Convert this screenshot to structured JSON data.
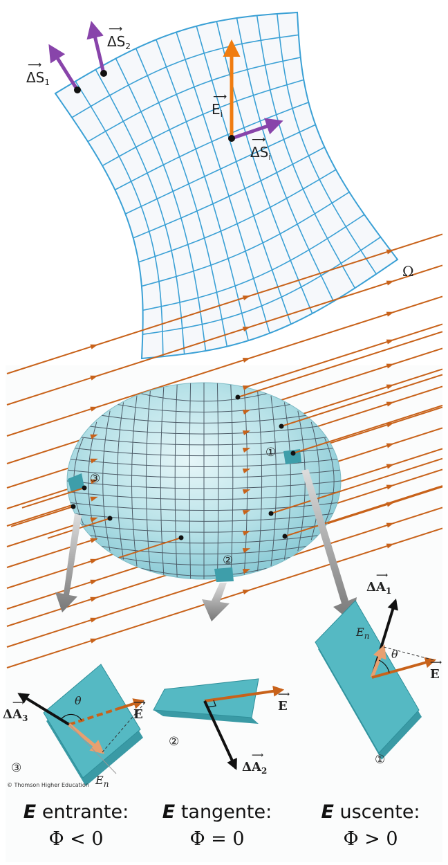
{
  "figure1": {
    "labels": {
      "dS1": {
        "main": "ΔS",
        "sub": "1"
      },
      "dS2": {
        "main": "ΔS",
        "sub": "2"
      },
      "Ei": {
        "main": "E",
        "sub": "i"
      },
      "dSi": {
        "main": "ΔS",
        "sub": "i"
      },
      "omega": "Ω"
    },
    "colors": {
      "grid": "#3aa0d5",
      "field": "#f07c10",
      "normal": "#8844aa"
    }
  },
  "figure2": {
    "markers": [
      "①",
      "②",
      "③"
    ],
    "copyright": "© Thomson Higher Education",
    "colors": {
      "sphere": "#a7d9e1",
      "field": "#c8621a",
      "panel": "#4cb5bf",
      "arrow": "#888888"
    },
    "panels": [
      {
        "marker": "③",
        "area": {
          "main": "ΔA",
          "sub": "3"
        },
        "theta": "θ",
        "field": "E",
        "component": {
          "main": "E",
          "sub": "n"
        }
      },
      {
        "marker": "②",
        "area": {
          "main": "ΔA",
          "sub": "2"
        },
        "field": "E"
      },
      {
        "marker": "①",
        "area": {
          "main": "ΔA",
          "sub": "1"
        },
        "theta": "θ",
        "field": "E",
        "component": {
          "main": "E",
          "sub": "n"
        }
      }
    ]
  },
  "captions": [
    {
      "bold": "E",
      "text": " entrante:",
      "formula": "Φ < 0"
    },
    {
      "bold": "E",
      "text": " tangente:",
      "formula": "Φ = 0"
    },
    {
      "bold": "E",
      "text": " uscente:",
      "formula": "Φ > 0"
    }
  ]
}
